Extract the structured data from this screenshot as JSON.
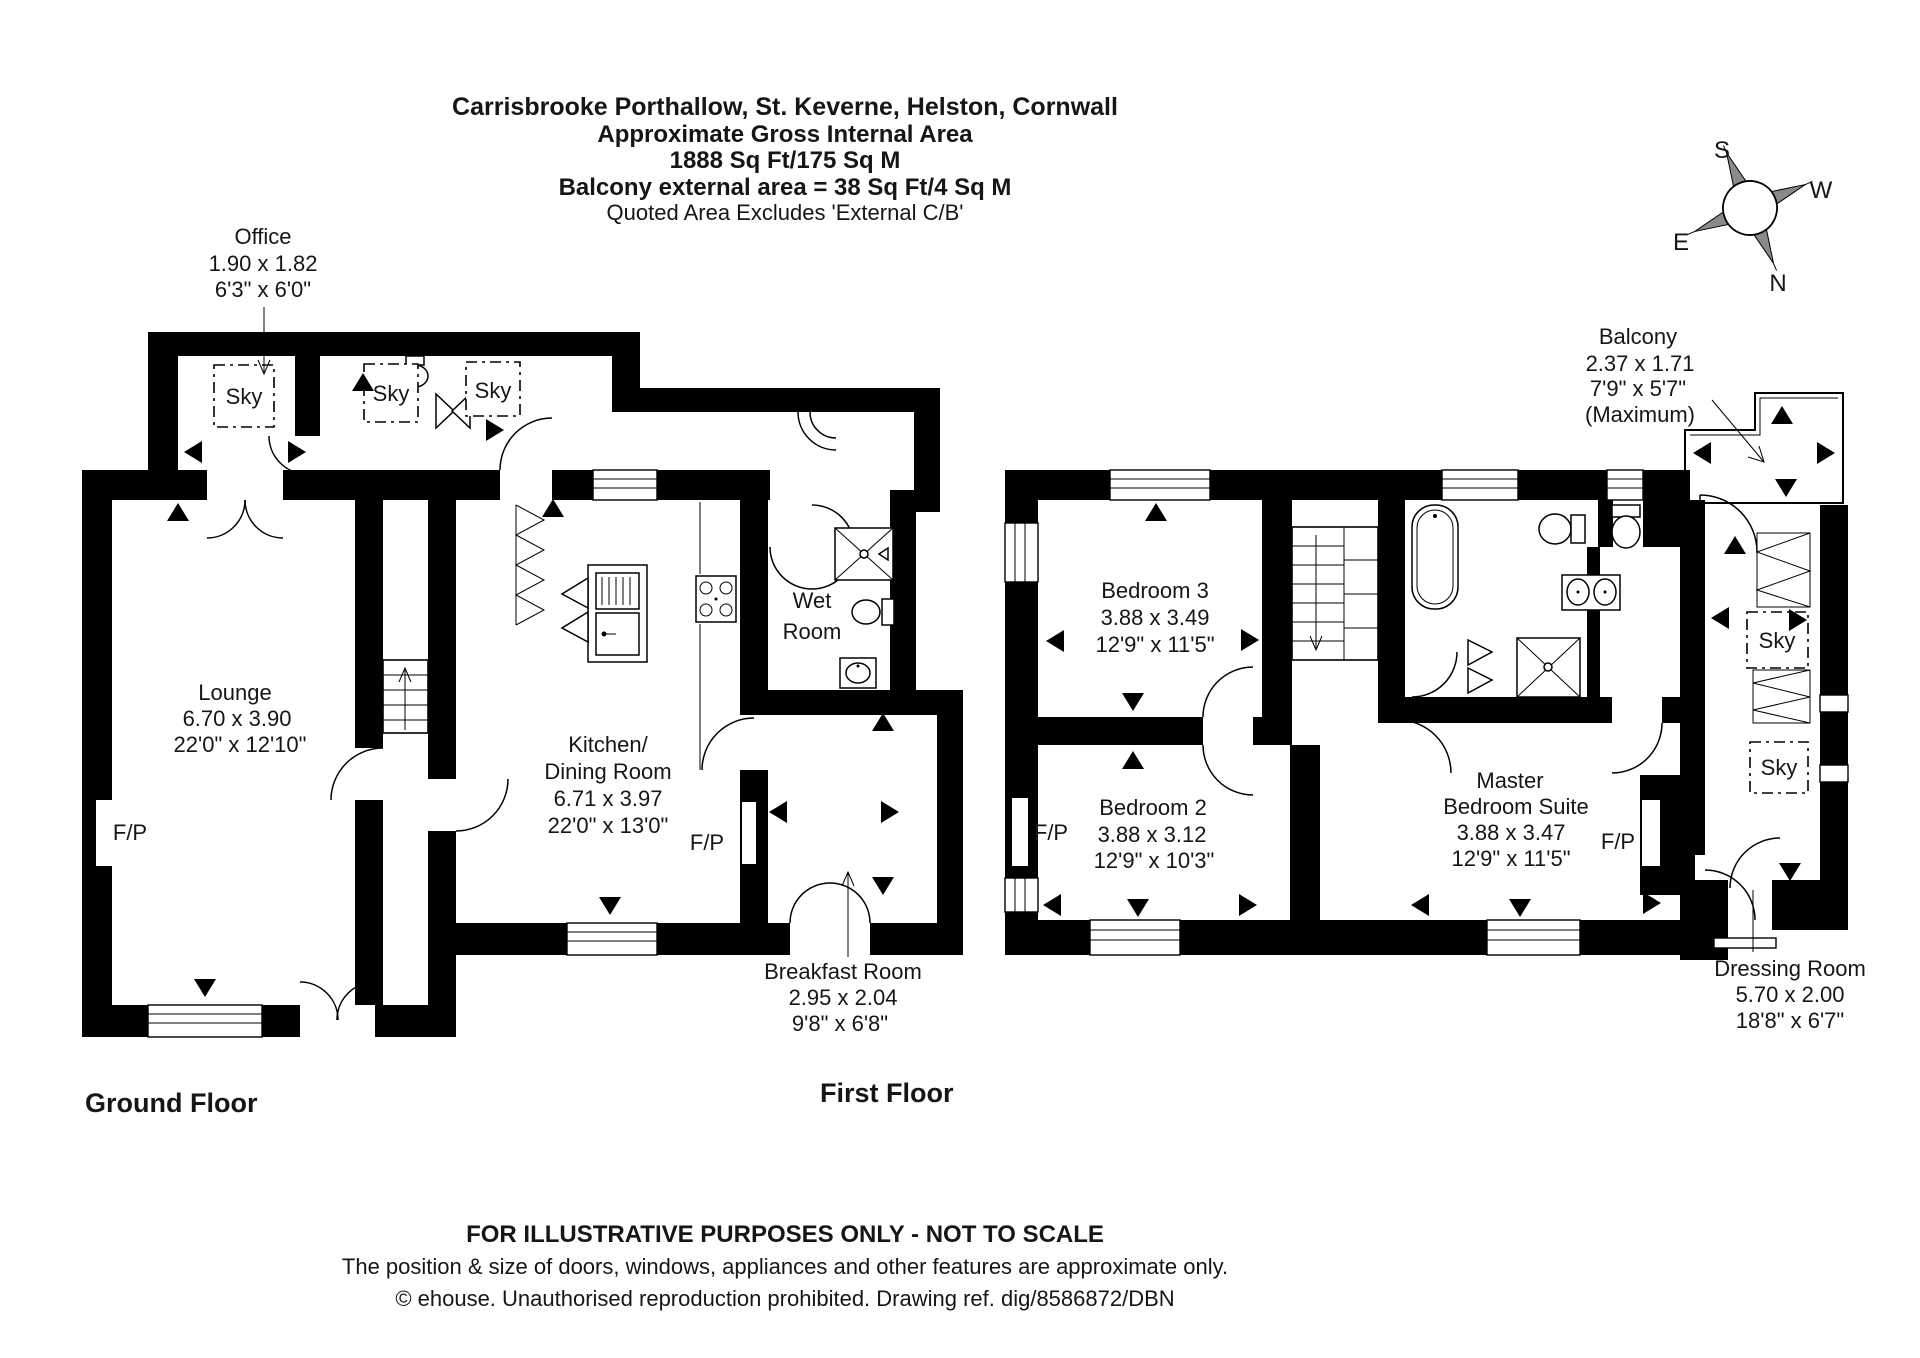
{
  "title": {
    "line1": "Carrisbrooke Porthallow, St. Keverne, Helston, Cornwall",
    "line2": "Approximate Gross Internal Area",
    "line3": "1888 Sq Ft/175 Sq M",
    "line4": "Balcony external area = 38 Sq Ft/4 Sq M",
    "line5": "Quoted Area Excludes 'External C/B'"
  },
  "compass": {
    "north": "N",
    "south": "S",
    "east": "E",
    "west": "W"
  },
  "ground_floor": {
    "label": "Ground Floor",
    "fireplace_label": "F/P",
    "skylight_label": "Sky",
    "rooms": {
      "office": {
        "name": "Office",
        "metric": "1.90 x 1.82",
        "imperial": "6'3\" x 6'0\""
      },
      "lounge": {
        "name": "Lounge",
        "metric": "6.70 x 3.90",
        "imperial": "22'0\" x 12'10\""
      },
      "kitchen": {
        "name1": "Kitchen/",
        "name2": "Dining Room",
        "metric": "6.71 x 3.97",
        "imperial": "22'0\" x 13'0\""
      },
      "wet_room": {
        "name1": "Wet",
        "name2": "Room"
      },
      "breakfast": {
        "name": "Breakfast Room",
        "metric": "2.95 x 2.04",
        "imperial": "9'8\" x 6'8\""
      }
    }
  },
  "first_floor": {
    "label": "First Floor",
    "fireplace_label": "F/P",
    "skylight_label": "Sky",
    "rooms": {
      "bedroom3": {
        "name": "Bedroom 3",
        "metric": "3.88 x 3.49",
        "imperial": "12'9\" x 11'5\""
      },
      "bedroom2": {
        "name": "Bedroom 2",
        "metric": "3.88 x 3.12",
        "imperial": "12'9\" x 10'3\""
      },
      "master": {
        "name1": "Master",
        "name2": "Bedroom Suite",
        "metric": "3.88 x 3.47",
        "imperial": "12'9\" x 11'5\""
      },
      "balcony": {
        "name": "Balcony",
        "metric": "2.37 x 1.71",
        "imperial": "7'9\" x 5'7\"",
        "note": "(Maximum)"
      },
      "dressing": {
        "name": "Dressing Room",
        "metric": "5.70 x 2.00",
        "imperial": "18'8\" x 6'7\""
      }
    }
  },
  "footer": {
    "line1": "FOR ILLUSTRATIVE PURPOSES ONLY - NOT TO SCALE",
    "line2": "The position & size of doors, windows, appliances and other features are approximate only.",
    "line3": "© ehouse. Unauthorised reproduction prohibited. Drawing ref. dig/8586872/DBN"
  }
}
